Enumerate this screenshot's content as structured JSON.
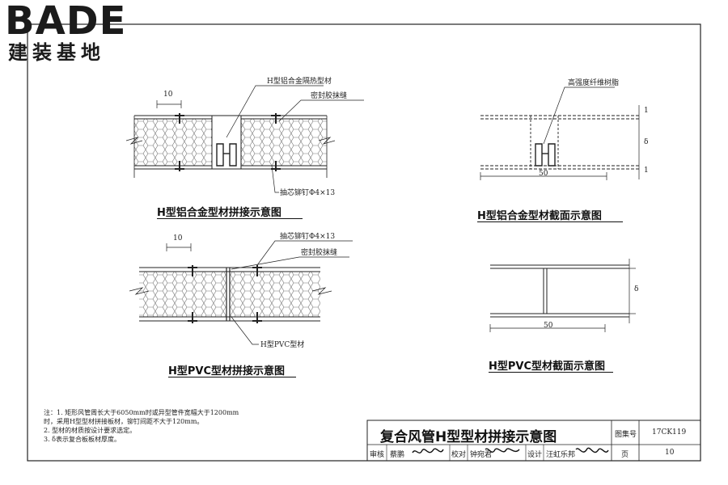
{
  "logo": {
    "main": "BADE",
    "sub": "建装基地"
  },
  "figures": {
    "fig1_caption": "H型铝合金型材拼接示意图",
    "fig2_caption": "H型铝合金型材截面示意图",
    "fig3_caption": "H型PVC型材拼接示意图",
    "fig4_caption": "H型PVC型材截面示意图"
  },
  "labels": {
    "fig1_dim": "10",
    "fig1_h_alu": "H型铝合金隔热型材",
    "fig1_seal": "密封胶抹缝",
    "fig1_rivet": "抽芯铆钉Φ4×13",
    "fig2_resin": "高强度纤维树脂",
    "fig2_width": "50",
    "fig2_delta": "δ",
    "fig2_top": "1",
    "fig2_bottom": "1",
    "fig3_dim": "10",
    "fig3_rivet": "抽芯铆钉Φ4×13",
    "fig3_seal": "密封胶抹缝",
    "fig3_h_pvc": "H型PVC型材",
    "fig4_width": "50",
    "fig4_delta": "δ"
  },
  "notes": [
    "注：1. 矩形风管周长大于6050mm时或异型管件宽幅大于1200mm",
    "         时，采用H型型材拼接板材，铆钉间距不大于120mm。",
    "      2. 型材的材质按设计要求选定。",
    "      3. δ表示复合板板材厚度。"
  ],
  "title_block": {
    "title": "复合风管H型型材拼接示意图",
    "atlas_label": "图集号",
    "atlas_no": "17CK119",
    "review_label": "审核",
    "reviewer": "蔡鹏",
    "check_label": "校对",
    "checker": "钟宛君",
    "design_label": "设计",
    "designer": "汪虹乐邦",
    "page_label": "页",
    "page_no": "10"
  }
}
